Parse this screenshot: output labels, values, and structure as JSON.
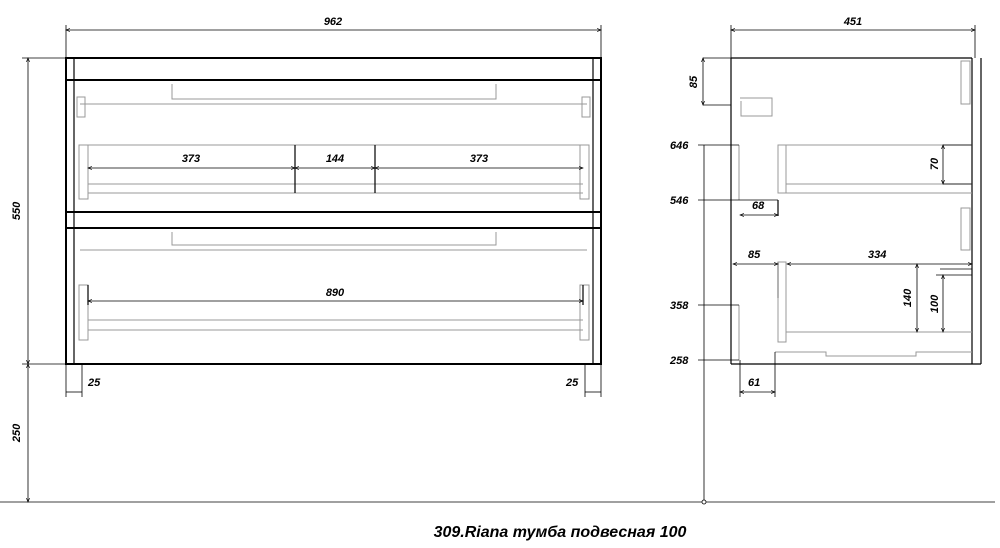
{
  "title": "309.Riana тумба подвесная 100",
  "front_view": {
    "overall_width": "962",
    "height": "550",
    "mount_height": "250",
    "upper_drawer_left": "373",
    "upper_drawer_gap": "144",
    "upper_drawer_right": "373",
    "lower_drawer_width": "890",
    "side_offset_left": "25",
    "side_offset_right": "25"
  },
  "side_view": {
    "depth": "451",
    "top_offset": "85",
    "level_646": "646",
    "level_546": "546",
    "level_358": "358",
    "level_258": "258",
    "upper_setback": "68",
    "upper_drawer_height": "70",
    "lower_setback": "85",
    "lower_drawer_depth": "334",
    "lower_drawer_height_outer": "140",
    "lower_drawer_height_inner": "100",
    "bottom_setback": "61"
  }
}
